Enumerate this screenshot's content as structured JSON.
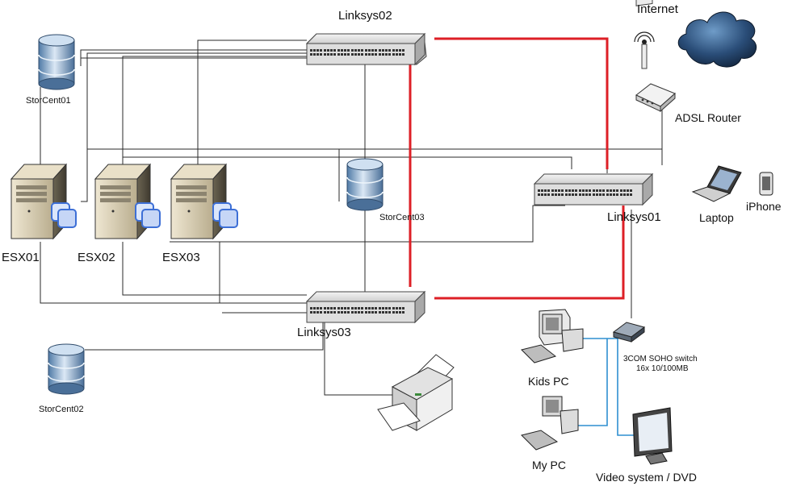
{
  "labels": {
    "internet": "Internet",
    "adsl_router": "ADSL Router",
    "linksys01": "Linksys01",
    "linksys02": "Linksys02",
    "linksys03": "Linksys03",
    "storcent01": "StorCent01",
    "storcent02": "StorCent02",
    "storcent03": "StorCent03",
    "esx01": "ESX01",
    "esx02": "ESX02",
    "esx03": "ESX03",
    "laptop": "Laptop",
    "iphone": "iPhone",
    "kids_pc": "Kids PC",
    "my_pc": "My PC",
    "video_system": "Video system / DVD",
    "soho_switch_line1": "3COM SOHO switch",
    "soho_switch_line2": "16x 10/100MB"
  },
  "colors": {
    "trunk_link": "#dd1f26",
    "ethernet_link": "#2a2a2a",
    "soho_link": "#2f8fd1",
    "cloud": "#1e3a5f",
    "server_body": "#c9bfa6",
    "vmware_logo": "#3d6fd6",
    "disk": "#7fa3c6"
  },
  "icons": {
    "cloud": "cloud-icon",
    "router": "wifi-router-icon",
    "switch": "network-switch-icon",
    "storage": "storage-cylinder-icon",
    "server": "tower-server-icon",
    "vmware": "vmware-logo-icon",
    "laptop": "laptop-icon",
    "iphone": "phone-icon",
    "pc": "desktop-pc-icon",
    "monitor": "monitor-icon",
    "printer": "printer-icon"
  }
}
